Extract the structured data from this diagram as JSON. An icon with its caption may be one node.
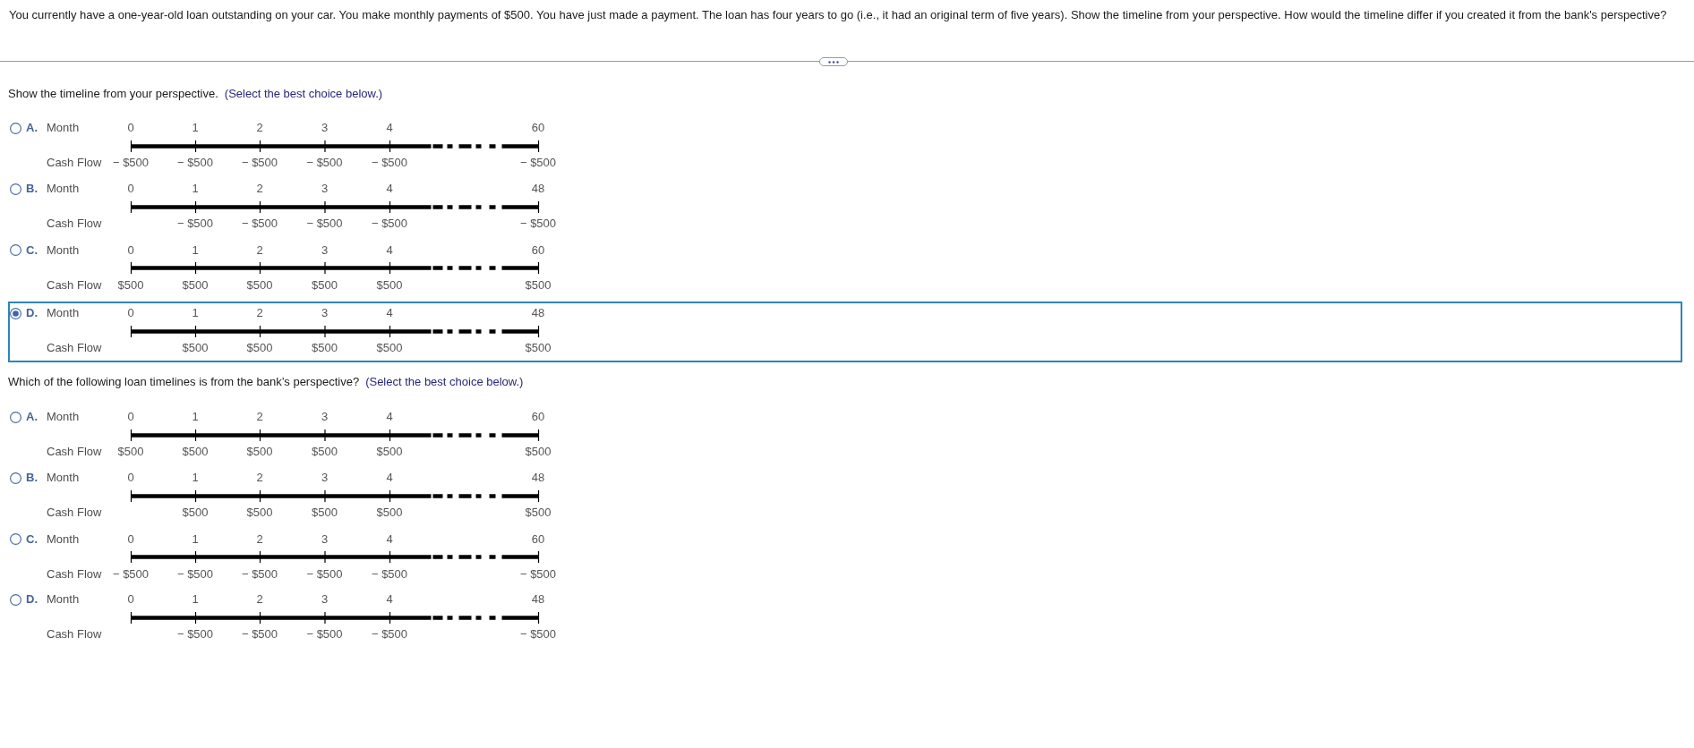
{
  "diagram": {
    "nodes": [
      {
        "text": [
          "D.",
          "Month",
          "0",
          "1",
          "2",
          "3",
          "4",
          "48",
          "Cash Flow",
          "$500",
          "$500",
          "$500",
          "$500",
          "$500"
        ]
      }
    ],
    "labels": [
      "You currently have a one-year-old loan outstanding on your car. You make monthly payments of $500. You have just made a payment. The loan has four years to go (i.e., it had an original term of five years). Show the timeline from your perspective. How would the timeline differ if you created it from the bank's perspective?",
      "Show the timeline from your perspective.",
      "(Select the best choice below.)",
      "A.",
      "Month",
      "0",
      "1",
      "2",
      "3",
      "4",
      "60",
      "Cash Flow",
      "− $500",
      "− $500",
      "− $500",
      "− $500",
      "− $500",
      "− $500",
      "B.",
      "Month",
      "0",
      "1",
      "2",
      "3",
      "4",
      "48",
      "Cash Flow",
      "− $500",
      "− $500",
      "− $500",
      "− $500",
      "− $500",
      "C.",
      "Month",
      "0",
      "1",
      "2",
      "3",
      "4",
      "60",
      "Cash Flow",
      "$500",
      "$500",
      "$500",
      "$500",
      "$500",
      "$500",
      "Which of the following loan timelines is from the bank’s perspective?",
      "(Select the best choice below.)",
      "A.",
      "Month",
      "0",
      "1",
      "2",
      "3",
      "4",
      "60",
      "Cash Flow",
      "$500",
      "$500",
      "$500",
      "$500",
      "$500",
      "$500",
      "B.",
      "Month",
      "0",
      "1",
      "2",
      "3",
      "4",
      "48",
      "Cash Flow",
      "$500",
      "$500",
      "$500",
      "$500",
      "$500",
      "C.",
      "Month",
      "0",
      "1",
      "2",
      "3",
      "4",
      "60",
      "Cash Flow",
      "− $500",
      "− $500",
      "− $500",
      "− $500",
      "− $500",
      "− $500",
      "D.",
      "Month",
      "0",
      "1",
      "2",
      "3",
      "4",
      "48",
      "Cash Flow",
      "− $500",
      "− $500",
      "− $500",
      "− $500",
      "− $500"
    ]
  }
}
